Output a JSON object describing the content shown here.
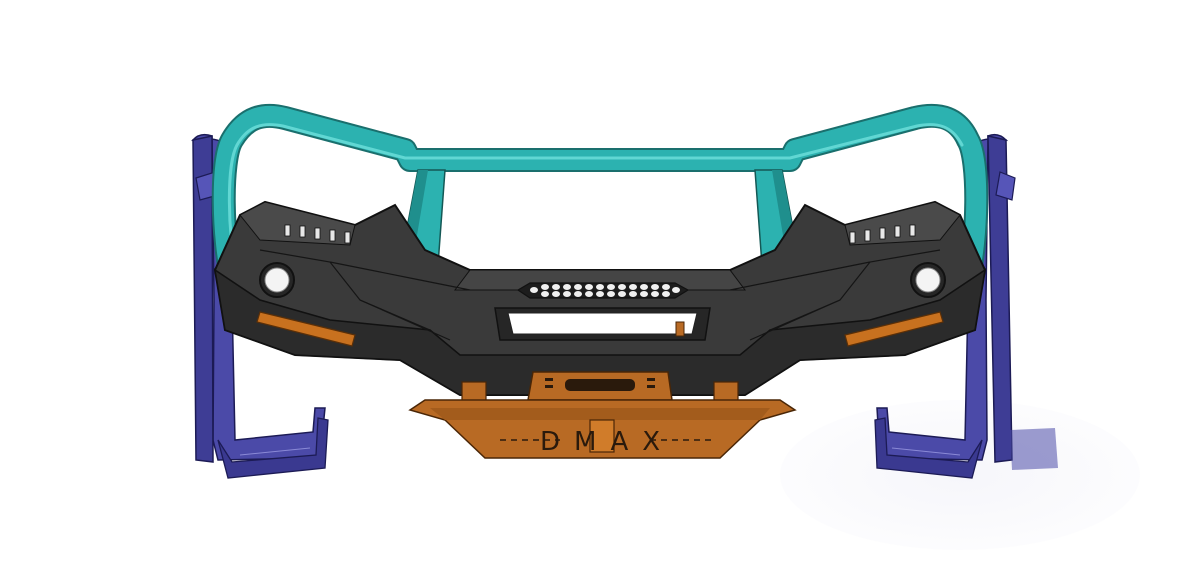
{
  "scene": {
    "colors": {
      "background": "#ffffff",
      "hoop_tube": "#2cb2b0",
      "bumper_body": "#3a3a3a",
      "bumper_edge": "#1a1a1a",
      "side_mounts": "#4b4aa8",
      "skid_plate": "#b86a24",
      "indicator_lights": "#c8711f"
    },
    "skid_plate_text": "DMAX",
    "parts": [
      "bull-bar-hoop",
      "bumper-body",
      "fog-light-left",
      "fog-light-right",
      "indicator-left",
      "indicator-right",
      "grille-mesh",
      "winch-opening",
      "winch-fairlead",
      "skid-plate",
      "mount-bracket-left",
      "mount-bracket-right"
    ]
  }
}
